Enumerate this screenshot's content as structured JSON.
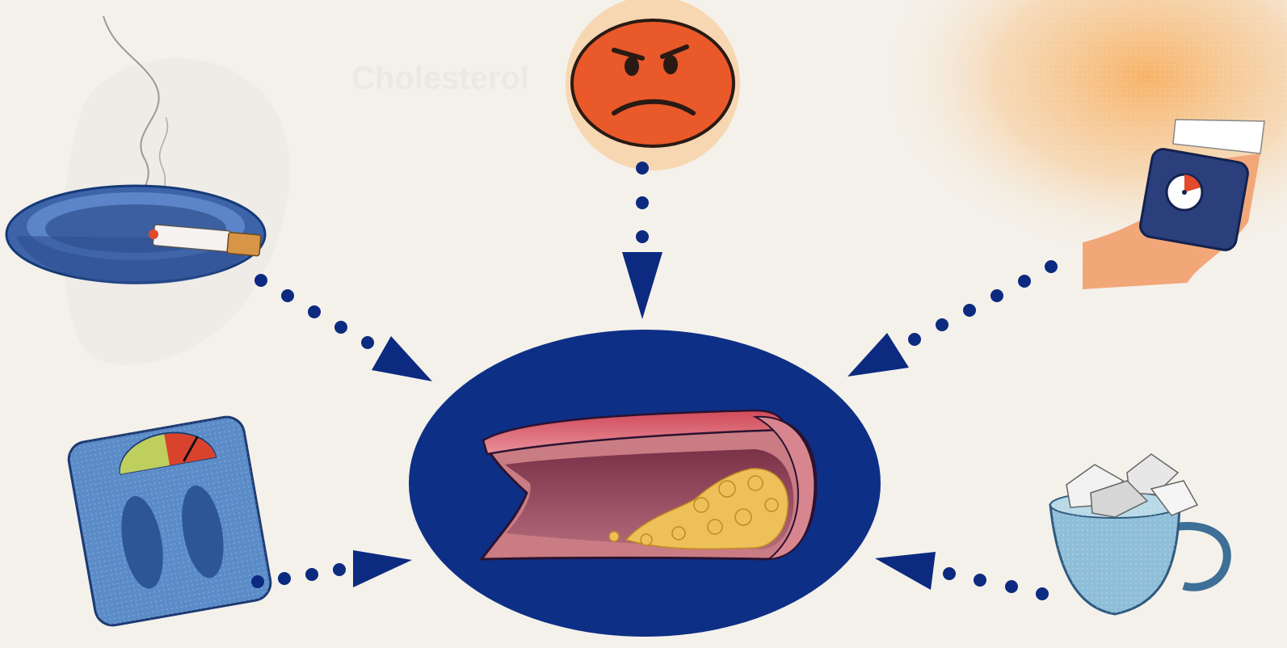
{
  "diagram": {
    "watermark_text": "Cholesterol",
    "center": {
      "subject": "artery-with-plaque"
    },
    "risk_factors": [
      {
        "id": "smoking",
        "icon": "ashtray-cigarette-icon"
      },
      {
        "id": "stress",
        "icon": "angry-face-icon"
      },
      {
        "id": "blood-pressure",
        "icon": "blood-pressure-cuff-icon"
      },
      {
        "id": "overweight",
        "icon": "bathroom-scale-icon"
      },
      {
        "id": "sugar",
        "icon": "sugar-cubes-cup-icon"
      }
    ]
  },
  "colors": {
    "background": "#f4f1ea",
    "center_ellipse": "#0e2f86",
    "arrows": "#0c2a80",
    "glow": "#f6b468",
    "artery_outer": "#c97c83",
    "artery_inner": "#8d3f52",
    "plaque": "#eec05a",
    "face": "#e9592a"
  }
}
